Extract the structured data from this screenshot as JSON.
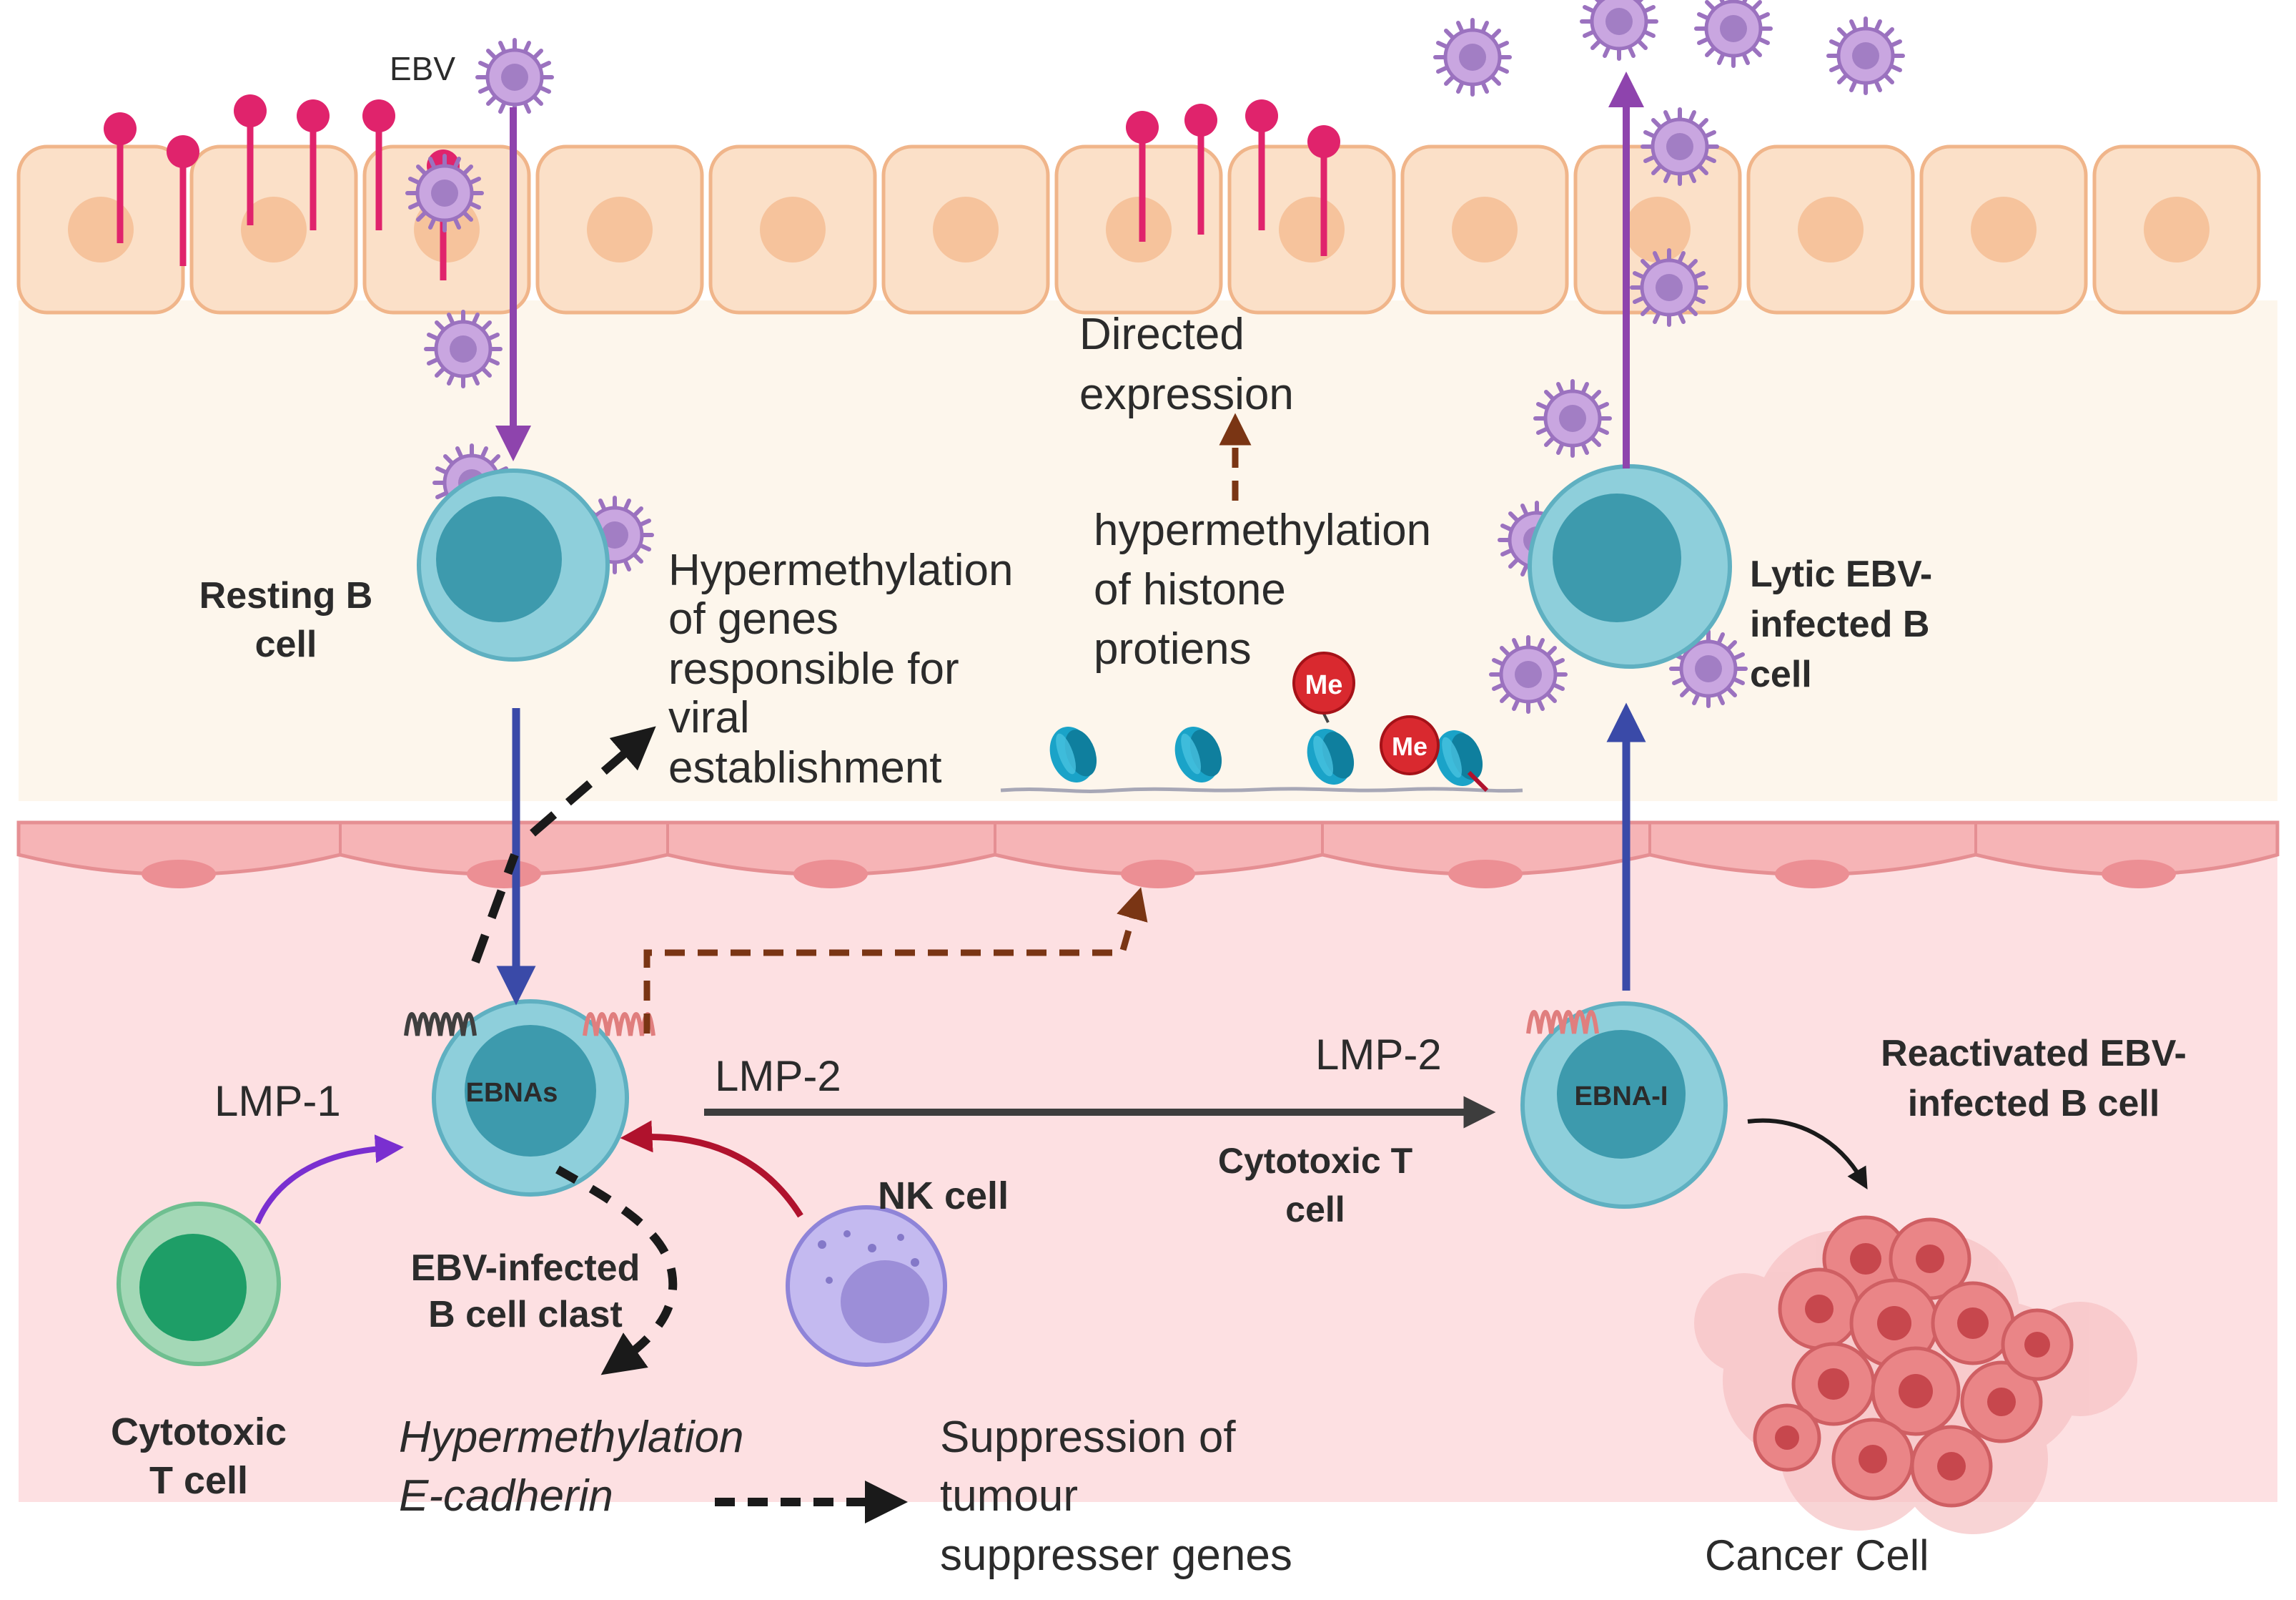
{
  "labels": {
    "ebv": "EBV",
    "directed": [
      "Directed",
      "expression"
    ],
    "hyper_histone": [
      "hypermethylation",
      "of histone",
      "protiens"
    ],
    "hyper_genes": [
      "Hypermethylation",
      "of genes",
      "responsible for",
      "viral",
      "establishment"
    ],
    "resting_b": [
      "Resting B",
      "cell"
    ],
    "lytic_b": [
      "Lytic EBV-",
      "infected B",
      "cell"
    ],
    "me": "Me",
    "lmp1": "LMP-1",
    "lmp2_left": "LMP-2",
    "lmp2_right": "LMP-2",
    "ebnas": "EBNAs",
    "ebna1": "EBNA-I",
    "reactivated": [
      "Reactivated EBV-",
      "infected B cell"
    ],
    "cytotoxic_mid": [
      "Cytotoxic T",
      "cell"
    ],
    "nk_cell": "NK cell",
    "infected_blast": [
      "EBV-infected",
      "B cell clast"
    ],
    "cytotoxic_left": [
      "Cytotoxic",
      "T cell"
    ],
    "hyper_ecad": [
      "Hypermethylation",
      "E-cadherin"
    ],
    "suppression": [
      "Suppression of",
      "tumour",
      "suppresser genes"
    ],
    "cancer": "Cancer Cell"
  },
  "colors": {
    "epithelium_top": "#fbe0c8",
    "epithelium_nucleus": "#f6c39c",
    "lumen": "#fdf5ea",
    "mucosa": "#fde0e2",
    "endothelium": "#f6b4b6",
    "receptor": "#e0236c",
    "virus": "#b48ad0",
    "b_cell": "#8ecfdb",
    "b_nucleus": "#3d9aad",
    "purple_arrow": "#8e44ad",
    "blue_arrow": "#3a4aa8",
    "brown_arrow": "#7a3514",
    "nk_label": "#d8202a",
    "cytotoxic_label": "#6a3fb5"
  }
}
